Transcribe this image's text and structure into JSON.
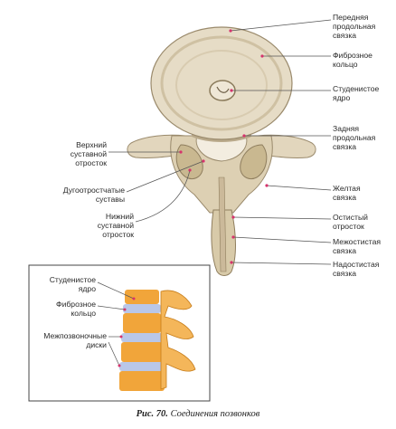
{
  "labels": {
    "anterior_ligament": "Передняя\nпродольная\nсвязка",
    "annulus": "Фиброзное\nкольцо",
    "nucleus": "Студенистое\nядро",
    "posterior_ligament": "Задняя\nпродольная\nсвязка",
    "superior_process": "Верхний\nсуставной\nотросток",
    "facet_joints": "Дугоотростчатые\nсуставы",
    "yellow_ligament": "Желтая\nсвязка",
    "spinous_process": "Остистый\nотросток",
    "inferior_process": "Нижний\nсуставной\nотросток",
    "interspinous_ligament": "Межостистая\nсвязка",
    "supraspinous_ligament": "Надостистая\nсвязка"
  },
  "inset": {
    "nucleus": "Студенистое\nядро",
    "annulus": "Фиброзное\nкольцо",
    "discs": "Межпозвоночные\nдиски"
  },
  "caption": {
    "number": "Рис. 70.",
    "title": "Соединения позвонков"
  },
  "colors": {
    "bone": "#e6dcc6",
    "bone_dark": "#b9a98a",
    "marker": "#d6336c",
    "leader": "#555555",
    "inset_bone": "#f1a53a",
    "inset_disc": "#b9c7e8"
  }
}
